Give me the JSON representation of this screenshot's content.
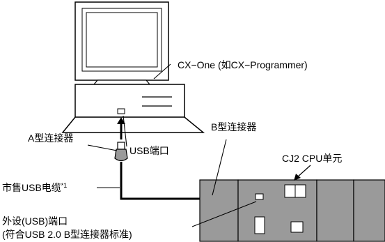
{
  "labels": {
    "software": "CX−One (如CX−Programmer)",
    "usb_port": "USB端口",
    "connector_a": "A型连接器",
    "connector_b": "B型连接器",
    "cpu_unit": "CJ2 CPU单元",
    "cable": "市售USB电缆",
    "cable_note": "*1",
    "peripheral_port_line1": "外设(USB)端口",
    "peripheral_port_line2": "(符合USB 2.0 B型连接器标准)"
  },
  "colors": {
    "plc_body": "#9a9a9a",
    "outline": "#000000",
    "background": "#ffffff"
  }
}
